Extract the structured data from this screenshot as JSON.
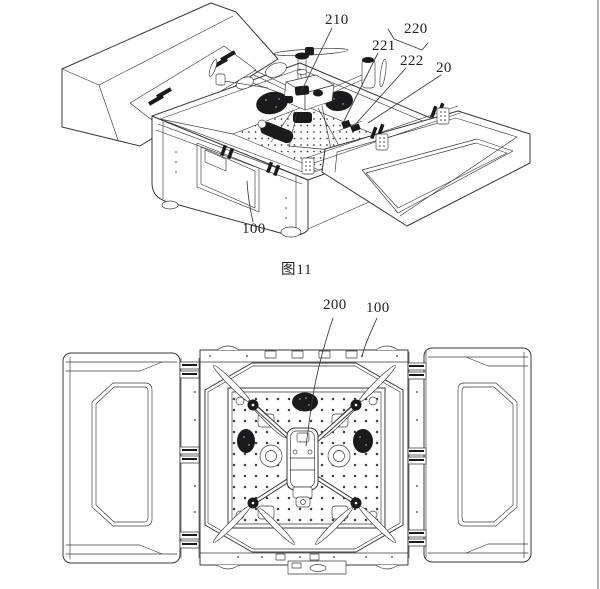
{
  "colors": {
    "paper": "#ffffff",
    "ink": "#38383c",
    "dark-fill": "#1a1a1c",
    "border": "#9b9ba0"
  },
  "figure11": {
    "caption": "图11",
    "labels": {
      "ref210": "210",
      "ref220": "220",
      "ref221": "221",
      "ref222": "222",
      "ref20": "20",
      "ref100": "100"
    }
  },
  "figure12": {
    "labels": {
      "ref200": "200",
      "ref100": "100"
    }
  }
}
